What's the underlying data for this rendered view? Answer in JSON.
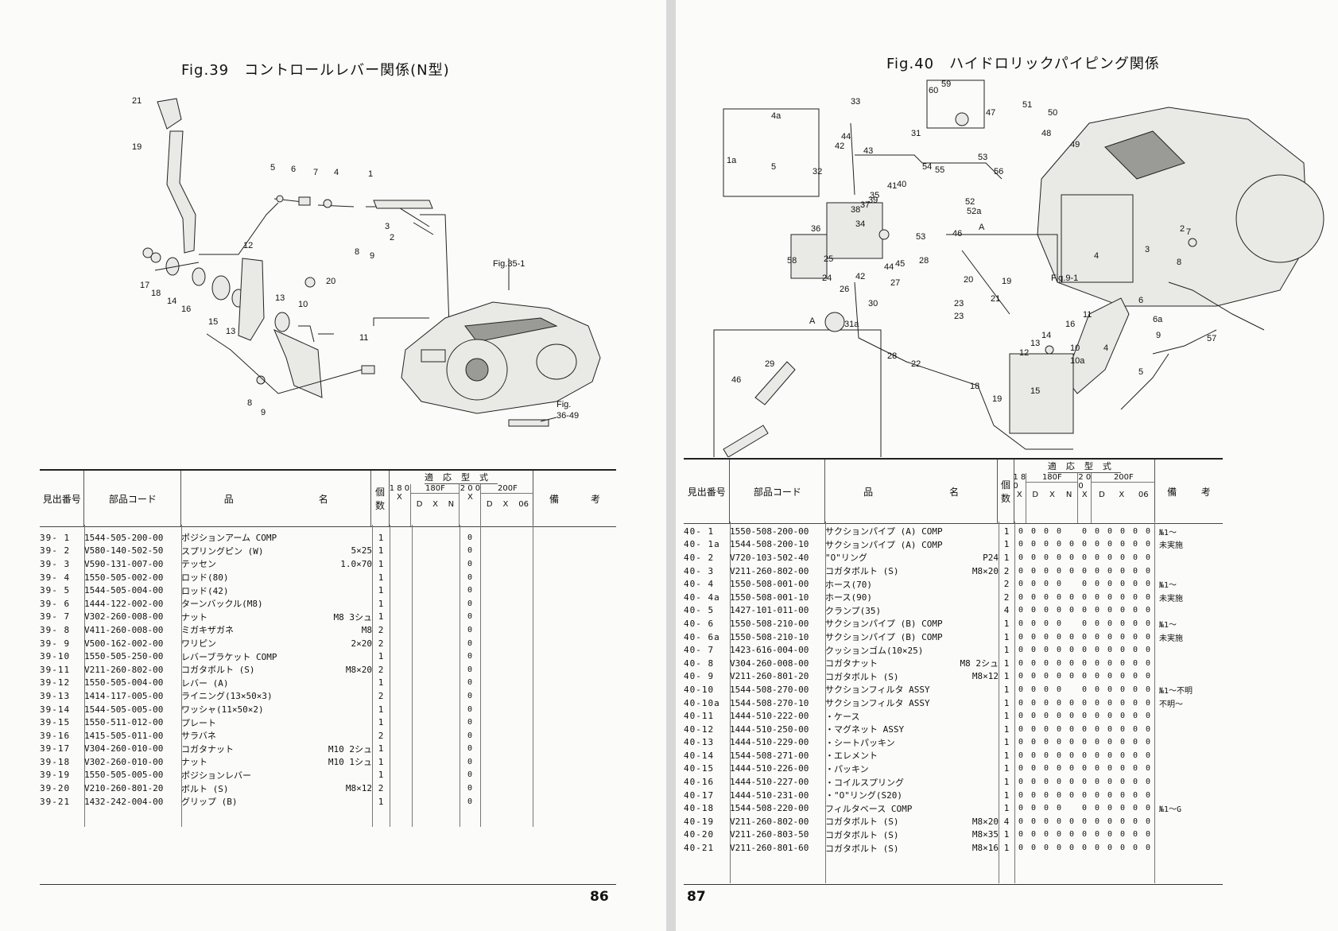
{
  "left": {
    "title": "Fig.39　コントロールレバー関係(N型)",
    "page_number": "86",
    "diagram_labels": [
      "21",
      "19",
      "5",
      "6",
      "7",
      "4",
      "1",
      "3",
      "2",
      "8",
      "9",
      "12",
      "20",
      "17",
      "18",
      "14",
      "16",
      "15",
      "13",
      "13",
      "10",
      "11",
      "8",
      "9",
      "Fig.35-1",
      "Fig.",
      "36-49"
    ],
    "header": {
      "col_no": "見出番号",
      "col_code": "部品コード",
      "col_name_a": "品",
      "col_name_b": "名",
      "col_qty_a": "個",
      "col_qty_b": "数",
      "col_notes_a": "備",
      "col_notes_b": "考",
      "models_title": "適応型式",
      "m180": "180F",
      "m200": "200F",
      "c1": "1 8 0",
      "c1x": "X",
      "cD": "D",
      "cX": "X",
      "cN": "N",
      "c2": "2 0 0",
      "c2x": "X",
      "cD2": "D",
      "cX2": "X",
      "c06": "06"
    },
    "rows": [
      {
        "no": "39- 1",
        "code": "1544-505-200-00",
        "name": "ポジションアーム COMP",
        "spec": "",
        "qty": "1",
        "marks": [
          "",
          "",
          "",
          "",
          "0",
          "",
          "",
          "",
          ""
        ]
      },
      {
        "no": "39- 2",
        "code": "V580-140-502-50",
        "name": "スプリングピン (W)",
        "spec": "5×25",
        "qty": "1",
        "marks": [
          "",
          "",
          "",
          "",
          "0",
          "",
          "",
          "",
          ""
        ]
      },
      {
        "no": "39- 3",
        "code": "V590-131-007-00",
        "name": "テッセン",
        "spec": "1.0×70",
        "qty": "1",
        "marks": [
          "",
          "",
          "",
          "",
          "0",
          "",
          "",
          "",
          ""
        ]
      },
      {
        "no": "39- 4",
        "code": "1550-505-002-00",
        "name": "ロッド(80)",
        "spec": "",
        "qty": "1",
        "marks": [
          "",
          "",
          "",
          "",
          "0",
          "",
          "",
          "",
          ""
        ]
      },
      {
        "no": "39- 5",
        "code": "1544-505-004-00",
        "name": "ロッド(42)",
        "spec": "",
        "qty": "1",
        "marks": [
          "",
          "",
          "",
          "",
          "0",
          "",
          "",
          "",
          ""
        ]
      },
      {
        "no": "39- 6",
        "code": "1444-122-002-00",
        "name": "ターンバックル(M8)",
        "spec": "",
        "qty": "1",
        "marks": [
          "",
          "",
          "",
          "",
          "0",
          "",
          "",
          "",
          ""
        ]
      },
      {
        "no": "39- 7",
        "code": "V302-260-008-00",
        "name": "ナット",
        "spec": "M8 3シュ",
        "qty": "1",
        "marks": [
          "",
          "",
          "",
          "",
          "0",
          "",
          "",
          "",
          ""
        ]
      },
      {
        "no": "39- 8",
        "code": "V411-260-008-00",
        "name": "ミガキザガネ",
        "spec": "M8",
        "qty": "2",
        "marks": [
          "",
          "",
          "",
          "",
          "0",
          "",
          "",
          "",
          ""
        ]
      },
      {
        "no": "39- 9",
        "code": "V500-162-002-00",
        "name": "ワリピン",
        "spec": "2×20",
        "qty": "2",
        "marks": [
          "",
          "",
          "",
          "",
          "0",
          "",
          "",
          "",
          ""
        ]
      },
      {
        "no": "39-10",
        "code": "1550-505-250-00",
        "name": "レバーブラケット COMP",
        "spec": "",
        "qty": "1",
        "marks": [
          "",
          "",
          "",
          "",
          "0",
          "",
          "",
          "",
          ""
        ]
      },
      {
        "no": "39-11",
        "code": "V211-260-802-00",
        "name": "コガタボルト (S)",
        "spec": "M8×20",
        "qty": "2",
        "marks": [
          "",
          "",
          "",
          "",
          "0",
          "",
          "",
          "",
          ""
        ]
      },
      {
        "no": "39-12",
        "code": "1550-505-004-00",
        "name": "レバー (A)",
        "spec": "",
        "qty": "1",
        "marks": [
          "",
          "",
          "",
          "",
          "0",
          "",
          "",
          "",
          ""
        ]
      },
      {
        "no": "39-13",
        "code": "1414-117-005-00",
        "name": "ライニング(13×50×3)",
        "spec": "",
        "qty": "2",
        "marks": [
          "",
          "",
          "",
          "",
          "0",
          "",
          "",
          "",
          ""
        ]
      },
      {
        "no": "39-14",
        "code": "1544-505-005-00",
        "name": "ワッシャ(11×50×2)",
        "spec": "",
        "qty": "1",
        "marks": [
          "",
          "",
          "",
          "",
          "0",
          "",
          "",
          "",
          ""
        ]
      },
      {
        "no": "39-15",
        "code": "1550-511-012-00",
        "name": "プレート",
        "spec": "",
        "qty": "1",
        "marks": [
          "",
          "",
          "",
          "",
          "0",
          "",
          "",
          "",
          ""
        ]
      },
      {
        "no": "39-16",
        "code": "1415-505-011-00",
        "name": "サラバネ",
        "spec": "",
        "qty": "2",
        "marks": [
          "",
          "",
          "",
          "",
          "0",
          "",
          "",
          "",
          ""
        ]
      },
      {
        "no": "39-17",
        "code": "V304-260-010-00",
        "name": "コガタナット",
        "spec": "M10 2シュ",
        "qty": "1",
        "marks": [
          "",
          "",
          "",
          "",
          "0",
          "",
          "",
          "",
          ""
        ]
      },
      {
        "no": "39-18",
        "code": "V302-260-010-00",
        "name": "ナット",
        "spec": "M10 1シュ",
        "qty": "1",
        "marks": [
          "",
          "",
          "",
          "",
          "0",
          "",
          "",
          "",
          ""
        ]
      },
      {
        "no": "39-19",
        "code": "1550-505-005-00",
        "name": "ポジションレバー",
        "spec": "",
        "qty": "1",
        "marks": [
          "",
          "",
          "",
          "",
          "0",
          "",
          "",
          "",
          ""
        ]
      },
      {
        "no": "39-20",
        "code": "V210-260-801-20",
        "name": "ボルト (S)",
        "spec": "M8×12",
        "qty": "2",
        "marks": [
          "",
          "",
          "",
          "",
          "0",
          "",
          "",
          "",
          ""
        ]
      },
      {
        "no": "39-21",
        "code": "1432-242-004-00",
        "name": "グリップ (B)",
        "spec": "",
        "qty": "1",
        "marks": [
          "",
          "",
          "",
          "",
          "0",
          "",
          "",
          "",
          ""
        ]
      }
    ]
  },
  "right": {
    "title": "Fig.40　ハイドロリックパイピング関係",
    "page_number": "87",
    "diagram_labels": [
      "33",
      "4a",
      "1a",
      "5",
      "60",
      "59",
      "47",
      "51",
      "50",
      "48",
      "49",
      "31",
      "44",
      "42",
      "43",
      "32",
      "35",
      "36",
      "39",
      "38",
      "37",
      "41",
      "40",
      "34",
      "54",
      "55",
      "53",
      "56",
      "52",
      "52a",
      "A",
      "46",
      "58",
      "25",
      "24",
      "26",
      "44",
      "45",
      "42",
      "28",
      "27",
      "53",
      "20",
      "19",
      "Fig.9-1",
      "8",
      "7",
      "2",
      "4",
      "3",
      "6",
      "6a",
      "9",
      "57",
      "A",
      "31a",
      "46",
      "29",
      "28",
      "30",
      "22",
      "23",
      "23",
      "21",
      "18",
      "19",
      "15",
      "12",
      "13",
      "14",
      "16",
      "11",
      "10",
      "10a",
      "4",
      "5"
    ],
    "header": {
      "col_no": "見出番号",
      "col_code": "部品コード",
      "col_name_a": "品",
      "col_name_b": "名",
      "col_qty_a": "個",
      "col_qty_b": "数",
      "col_notes_a": "備",
      "col_notes_b": "考",
      "models_title": "適応型式",
      "m180": "180F",
      "m200": "200F",
      "c1": "1 8 0",
      "c1x": "X",
      "cD": "D",
      "cX": "X",
      "cN": "N",
      "c2": "2 0 0",
      "c2x": "X",
      "cD2": "D",
      "cX2": "X",
      "c06": "06"
    },
    "rows": [
      {
        "no": "40- 1",
        "code": "1550-508-200-00",
        "name": "サクションパイプ (A) COMP",
        "spec": "",
        "qty": "1",
        "marks": [
          "0",
          "0",
          "0",
          "0",
          "",
          "0",
          "0",
          "0",
          "0",
          "0",
          "0"
        ],
        "note": "№1～"
      },
      {
        "no": "40- 1a",
        "code": "1544-508-200-10",
        "name": "サクションパイプ (A) COMP",
        "spec": "",
        "qty": "1",
        "marks": [
          "0",
          "0",
          "0",
          "0",
          "0",
          "0",
          "0",
          "0",
          "0",
          "0",
          "0"
        ],
        "note": "未実施"
      },
      {
        "no": "40- 2",
        "code": "V720-103-502-40",
        "name": "\"O\"リング",
        "spec": "P24",
        "qty": "1",
        "marks": [
          "0",
          "0",
          "0",
          "0",
          "0",
          "0",
          "0",
          "0",
          "0",
          "0",
          "0"
        ],
        "note": ""
      },
      {
        "no": "40- 3",
        "code": "V211-260-802-00",
        "name": "コガタボルト (S)",
        "spec": "M8×20",
        "qty": "2",
        "marks": [
          "0",
          "0",
          "0",
          "0",
          "0",
          "0",
          "0",
          "0",
          "0",
          "0",
          "0"
        ],
        "note": ""
      },
      {
        "no": "40- 4",
        "code": "1550-508-001-00",
        "name": "ホース(70)",
        "spec": "",
        "qty": "2",
        "marks": [
          "0",
          "0",
          "0",
          "0",
          "",
          "0",
          "0",
          "0",
          "0",
          "0",
          "0"
        ],
        "note": "№1～"
      },
      {
        "no": "40- 4a",
        "code": "1550-508-001-10",
        "name": "ホース(90)",
        "spec": "",
        "qty": "2",
        "marks": [
          "0",
          "0",
          "0",
          "0",
          "0",
          "0",
          "0",
          "0",
          "0",
          "0",
          "0"
        ],
        "note": "未実施"
      },
      {
        "no": "40- 5",
        "code": "1427-101-011-00",
        "name": "クランプ(35)",
        "spec": "",
        "qty": "4",
        "marks": [
          "0",
          "0",
          "0",
          "0",
          "0",
          "0",
          "0",
          "0",
          "0",
          "0",
          "0"
        ],
        "note": ""
      },
      {
        "no": "40- 6",
        "code": "1550-508-210-00",
        "name": "サクションパイプ (B) COMP",
        "spec": "",
        "qty": "1",
        "marks": [
          "0",
          "0",
          "0",
          "0",
          "",
          "0",
          "0",
          "0",
          "0",
          "0",
          "0"
        ],
        "note": "№1～"
      },
      {
        "no": "40- 6a",
        "code": "1550-508-210-10",
        "name": "サクションパイプ (B) COMP",
        "spec": "",
        "qty": "1",
        "marks": [
          "0",
          "0",
          "0",
          "0",
          "0",
          "0",
          "0",
          "0",
          "0",
          "0",
          "0"
        ],
        "note": "未実施"
      },
      {
        "no": "40- 7",
        "code": "1423-616-004-00",
        "name": "クッションゴム(10×25)",
        "spec": "",
        "qty": "1",
        "marks": [
          "0",
          "0",
          "0",
          "0",
          "0",
          "0",
          "0",
          "0",
          "0",
          "0",
          "0"
        ],
        "note": ""
      },
      {
        "no": "40- 8",
        "code": "V304-260-008-00",
        "name": "コガタナット",
        "spec": "M8 2シュ",
        "qty": "1",
        "marks": [
          "0",
          "0",
          "0",
          "0",
          "0",
          "0",
          "0",
          "0",
          "0",
          "0",
          "0"
        ],
        "note": ""
      },
      {
        "no": "40- 9",
        "code": "V211-260-801-20",
        "name": "コガタボルト (S)",
        "spec": "M8×12",
        "qty": "1",
        "marks": [
          "0",
          "0",
          "0",
          "0",
          "0",
          "0",
          "0",
          "0",
          "0",
          "0",
          "0"
        ],
        "note": ""
      },
      {
        "no": "40-10",
        "code": "1544-508-270-00",
        "name": "サクションフィルタ ASSY",
        "spec": "",
        "qty": "1",
        "marks": [
          "0",
          "0",
          "0",
          "0",
          "",
          "0",
          "0",
          "0",
          "0",
          "0",
          "0"
        ],
        "note": "№1～不明"
      },
      {
        "no": "40-10a",
        "code": "1544-508-270-10",
        "name": "サクションフィルタ ASSY",
        "spec": "",
        "qty": "1",
        "marks": [
          "0",
          "0",
          "0",
          "0",
          "0",
          "0",
          "0",
          "0",
          "0",
          "0",
          "0"
        ],
        "note": "不明～"
      },
      {
        "no": "40-11",
        "code": "1444-510-222-00",
        "name": "・ケース",
        "spec": "",
        "qty": "1",
        "marks": [
          "0",
          "0",
          "0",
          "0",
          "0",
          "0",
          "0",
          "0",
          "0",
          "0",
          "0"
        ],
        "note": ""
      },
      {
        "no": "40-12",
        "code": "1444-510-250-00",
        "name": "・マグネット ASSY",
        "spec": "",
        "qty": "1",
        "marks": [
          "0",
          "0",
          "0",
          "0",
          "0",
          "0",
          "0",
          "0",
          "0",
          "0",
          "0"
        ],
        "note": ""
      },
      {
        "no": "40-13",
        "code": "1444-510-229-00",
        "name": "・シートパッキン",
        "spec": "",
        "qty": "1",
        "marks": [
          "0",
          "0",
          "0",
          "0",
          "0",
          "0",
          "0",
          "0",
          "0",
          "0",
          "0"
        ],
        "note": ""
      },
      {
        "no": "40-14",
        "code": "1544-508-271-00",
        "name": "・エレメント",
        "spec": "",
        "qty": "1",
        "marks": [
          "0",
          "0",
          "0",
          "0",
          "0",
          "0",
          "0",
          "0",
          "0",
          "0",
          "0"
        ],
        "note": ""
      },
      {
        "no": "40-15",
        "code": "1444-510-226-00",
        "name": "・パッキン",
        "spec": "",
        "qty": "1",
        "marks": [
          "0",
          "0",
          "0",
          "0",
          "0",
          "0",
          "0",
          "0",
          "0",
          "0",
          "0"
        ],
        "note": ""
      },
      {
        "no": "40-16",
        "code": "1444-510-227-00",
        "name": "・コイルスプリング",
        "spec": "",
        "qty": "1",
        "marks": [
          "0",
          "0",
          "0",
          "0",
          "0",
          "0",
          "0",
          "0",
          "0",
          "0",
          "0"
        ],
        "note": ""
      },
      {
        "no": "40-17",
        "code": "1444-510-231-00",
        "name": "・\"O\"リング(S20)",
        "spec": "",
        "qty": "1",
        "marks": [
          "0",
          "0",
          "0",
          "0",
          "0",
          "0",
          "0",
          "0",
          "0",
          "0",
          "0"
        ],
        "note": ""
      },
      {
        "no": "40-18",
        "code": "1544-508-220-00",
        "name": "フィルタベース COMP",
        "spec": "",
        "qty": "1",
        "marks": [
          "0",
          "0",
          "0",
          "0",
          "",
          "0",
          "0",
          "0",
          "0",
          "0",
          "0"
        ],
        "note": "№1～G"
      },
      {
        "no": "40-19",
        "code": "V211-260-802-00",
        "name": "コガタボルト (S)",
        "spec": "M8×20",
        "qty": "4",
        "marks": [
          "0",
          "0",
          "0",
          "0",
          "0",
          "0",
          "0",
          "0",
          "0",
          "0",
          "0"
        ],
        "note": ""
      },
      {
        "no": "40-20",
        "code": "V211-260-803-50",
        "name": "コガタボルト (S)",
        "spec": "M8×35",
        "qty": "1",
        "marks": [
          "0",
          "0",
          "0",
          "0",
          "0",
          "0",
          "0",
          "0",
          "0",
          "0",
          "0"
        ],
        "note": ""
      },
      {
        "no": "40-21",
        "code": "V211-260-801-60",
        "name": "コガタボルト (S)",
        "spec": "M8×16",
        "qty": "1",
        "marks": [
          "0",
          "0",
          "0",
          "0",
          "0",
          "0",
          "0",
          "0",
          "0",
          "0",
          "0"
        ],
        "note": ""
      }
    ]
  }
}
